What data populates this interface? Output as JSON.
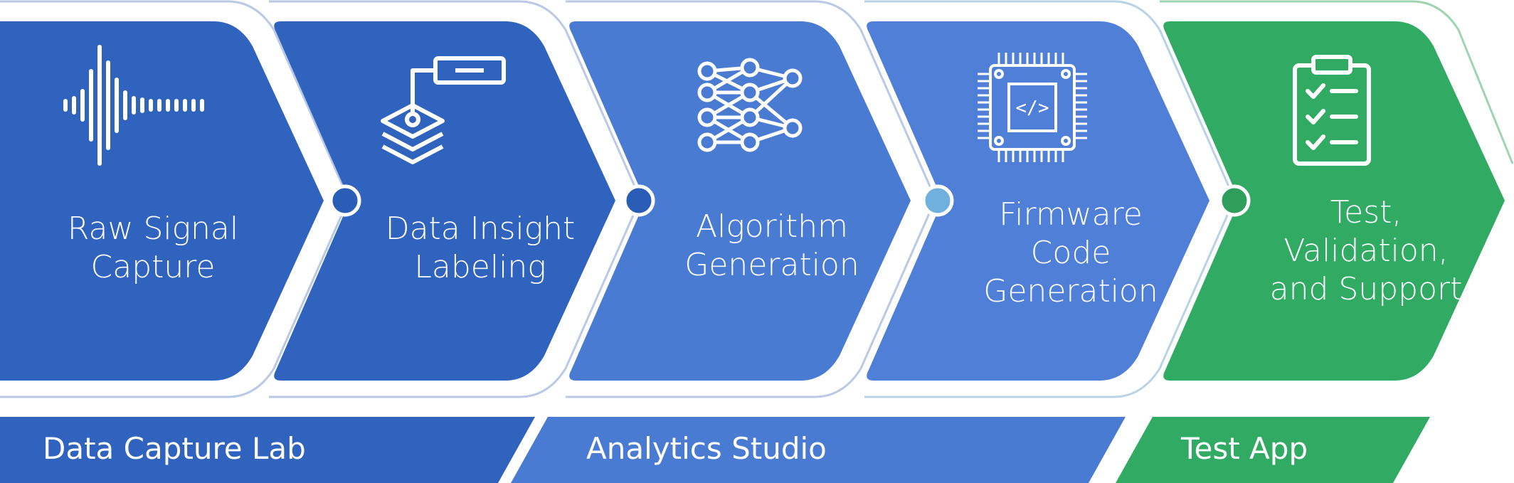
{
  "colors": {
    "dark_blue": "#2f63be",
    "mid_blue": "#4a7bd3",
    "blue": "#4f7fd6",
    "green": "#31ab63",
    "connector_dot_dark": "#2a5db5",
    "connector_dot_light": "#6fb0de",
    "connector_dot_green": "#2f9d5c",
    "outline": "#b9c9e6",
    "outline_green": "#9fd4b1"
  },
  "stages": [
    {
      "icon": "waveform-icon",
      "lines": [
        "Raw Signal",
        "Capture"
      ]
    },
    {
      "icon": "data-layers-label-icon",
      "lines": [
        "Data Insight",
        "Labeling"
      ]
    },
    {
      "icon": "neural-network-icon",
      "lines": [
        "Algorithm",
        "Generation"
      ]
    },
    {
      "icon": "microchip-code-icon",
      "lines": [
        "Firmware",
        "Code",
        "Generation"
      ]
    },
    {
      "icon": "clipboard-checklist-icon",
      "lines": [
        "Test,",
        "Validation,",
        "and Support"
      ]
    }
  ],
  "tools": [
    {
      "label": "Data Capture Lab"
    },
    {
      "label": "Analytics Studio"
    },
    {
      "label": "Test App"
    }
  ]
}
